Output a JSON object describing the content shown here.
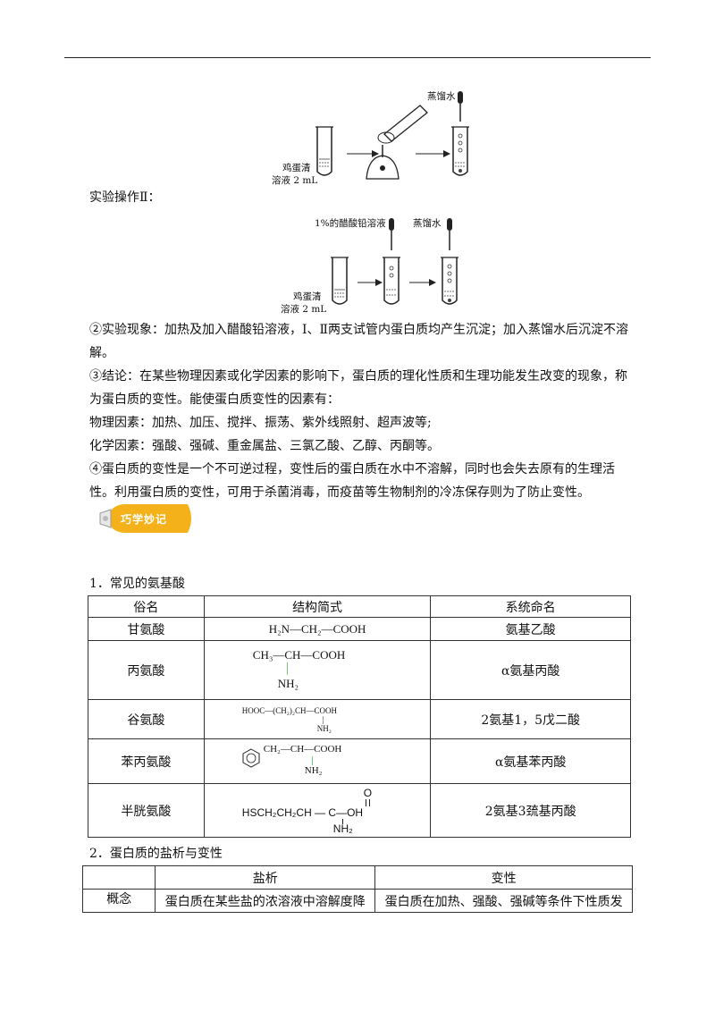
{
  "figure1": {
    "label_distilled_water": "蒸馏水",
    "label_egg_white": "鸡蛋清",
    "label_volume": "溶液 2 mL"
  },
  "operation2_title": "实验操作Ⅱ：",
  "figure2": {
    "label_lead_acetate": "1%的醋酸铅溶液",
    "label_distilled_water": "蒸馏水",
    "label_egg_white": "鸡蛋清",
    "label_volume": "溶液 2 mL"
  },
  "paragraphs": {
    "phenomenon": "②实验现象：加热及加入醋酸铅溶液，Ⅰ、Ⅱ两支试管内蛋白质均产生沉淀；加入蒸馏水后沉淀不溶解。",
    "conclusion": "③结论：在某些物理因素或化学因素的影响下，蛋白质的理化性质和生理功能发生改变的现象，称为蛋白质的变性。能使蛋白质变性的因素有：",
    "physical": "物理因素：加热、加压、搅拌、振荡、紫外线照射、超声波等;",
    "chemical": "化学因素：强酸、强碱、重金属盐、三氯乙酸、乙醇、丙酮等。",
    "irreversible": "④蛋白质的变性是一个不可逆过程，变性后的蛋白质在水中不溶解，同时也会失去原有的生理活性。利用蛋白质的变性，可用于杀菌消毒，而疫苗等生物制剂的冷冻保存则为了防止变性。"
  },
  "badge": "巧学妙记",
  "section1_title": "1．常见的氨基酸",
  "amino_table": {
    "headers": [
      "俗名",
      "结构简式",
      "系统命名"
    ],
    "rows": [
      {
        "name": "甘氨酸",
        "formula": "H₂N—CH₂—COOH",
        "system": "氨基乙酸"
      },
      {
        "name": "丙氨酸",
        "formula_top": "CH₃—CH—COOH",
        "formula_bottom": "NH₂",
        "system": "α氨基丙酸"
      },
      {
        "name": "谷氨酸",
        "formula_top": "HOOC—(CH₂)₂CH—COOH",
        "formula_bottom": "NH₂",
        "system": "2氨基1，5戊二酸"
      },
      {
        "name": "苯丙氨酸",
        "formula_top": "CH₂—CH—COOH",
        "formula_bottom": "NH₂",
        "system": "α氨基苯丙酸"
      },
      {
        "name": "半胱氨酸",
        "formula_top": "HSCH₂CH₂CH — C—OH",
        "formula_oxygen": "O",
        "formula_bottom": "NH₂",
        "system": "2氨基3巯基丙酸"
      }
    ]
  },
  "section2_title": "2．蛋白质的盐析与变性",
  "salt_table": {
    "headers": [
      "",
      "盐析",
      "变性"
    ],
    "rows": [
      {
        "label": "概念",
        "salting": "蛋白质在某些盐的浓溶液中溶解度降",
        "denature": "蛋白质在加热、强酸、强碱等条件下性质发"
      }
    ]
  }
}
